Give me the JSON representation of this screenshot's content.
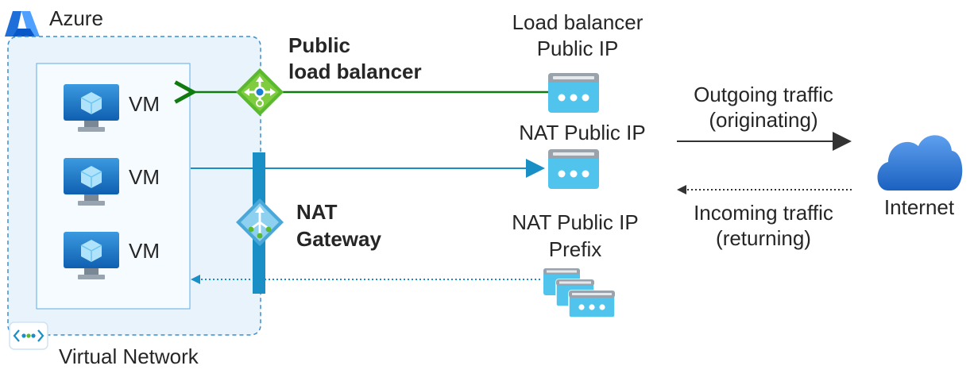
{
  "title": "Azure",
  "vnet_label": "Virtual Network",
  "vms": [
    "VM",
    "VM",
    "VM"
  ],
  "public_lb": {
    "line1": "Public",
    "line2": "load balancer"
  },
  "nat_gateway": {
    "line1": "NAT",
    "line2": "Gateway"
  },
  "lb_public_ip": {
    "line1": "Load balancer",
    "line2": "Public IP"
  },
  "nat_public_ip": "NAT Public IP",
  "nat_public_ip_prefix": {
    "line1": "NAT Public IP",
    "line2": "Prefix"
  },
  "outgoing": {
    "line1": "Outgoing traffic",
    "line2": "(originating)"
  },
  "incoming": {
    "line1": "Incoming traffic",
    "line2": "(returning)"
  },
  "internet": "Internet",
  "colors": {
    "azure_blue": "#0078d4",
    "lb_green": "#107c10",
    "nat_blue": "#1a8fc6",
    "vnet_fill": "#e8f3fb",
    "ip_cyan": "#50c4ec"
  }
}
